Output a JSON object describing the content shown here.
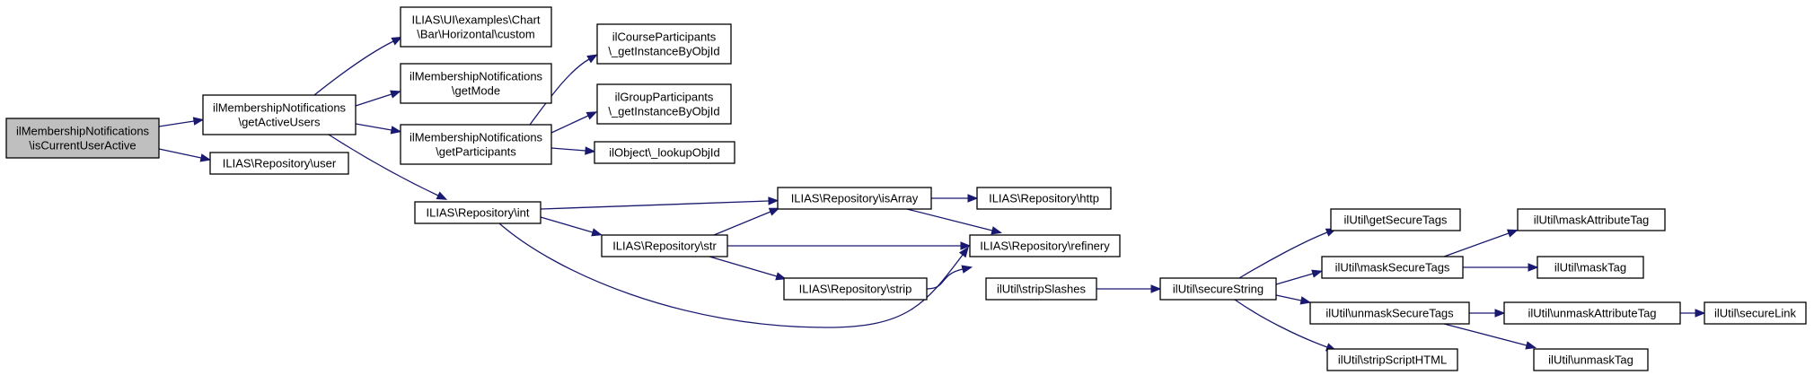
{
  "graph": {
    "nodes": [
      {
        "id": "root",
        "lines": [
          "ilMembershipNotifications",
          "\\isCurrentUserActive"
        ],
        "root": true
      },
      {
        "id": "getActiveUsers",
        "lines": [
          "ilMembershipNotifications",
          "\\getActiveUsers"
        ]
      },
      {
        "id": "repoUser",
        "lines": [
          "ILIAS\\Repository\\user"
        ]
      },
      {
        "id": "chartCustom",
        "lines": [
          "ILIAS\\UI\\examples\\Chart",
          "\\Bar\\Horizontal\\custom"
        ]
      },
      {
        "id": "getMode",
        "lines": [
          "ilMembershipNotifications",
          "\\getMode"
        ]
      },
      {
        "id": "getParticipants",
        "lines": [
          "ilMembershipNotifications",
          "\\getParticipants"
        ]
      },
      {
        "id": "repoInt",
        "lines": [
          "ILIAS\\Repository\\int"
        ]
      },
      {
        "id": "courseParticipants",
        "lines": [
          "ilCourseParticipants",
          "\\_getInstanceByObjId"
        ]
      },
      {
        "id": "groupParticipants",
        "lines": [
          "ilGroupParticipants",
          "\\_getInstanceByObjId"
        ]
      },
      {
        "id": "lookupObjId",
        "lines": [
          "ilObject\\_lookupObjId"
        ]
      },
      {
        "id": "repoStr",
        "lines": [
          "ILIAS\\Repository\\str"
        ]
      },
      {
        "id": "repoIsArray",
        "lines": [
          "ILIAS\\Repository\\isArray"
        ]
      },
      {
        "id": "repoStrip",
        "lines": [
          "ILIAS\\Repository\\strip"
        ]
      },
      {
        "id": "repoHttp",
        "lines": [
          "ILIAS\\Repository\\http"
        ]
      },
      {
        "id": "repoRefinery",
        "lines": [
          "ILIAS\\Repository\\refinery"
        ]
      },
      {
        "id": "stripSlashes",
        "lines": [
          "ilUtil\\stripSlashes"
        ]
      },
      {
        "id": "secureString",
        "lines": [
          "ilUtil\\secureString"
        ]
      },
      {
        "id": "getSecureTags",
        "lines": [
          "ilUtil\\getSecureTags"
        ]
      },
      {
        "id": "maskSecureTags",
        "lines": [
          "ilUtil\\maskSecureTags"
        ]
      },
      {
        "id": "unmaskSecureTags",
        "lines": [
          "ilUtil\\unmaskSecureTags"
        ]
      },
      {
        "id": "stripScriptHTML",
        "lines": [
          "ilUtil\\stripScriptHTML"
        ]
      },
      {
        "id": "maskAttributeTag",
        "lines": [
          "ilUtil\\maskAttributeTag"
        ]
      },
      {
        "id": "maskTag",
        "lines": [
          "ilUtil\\maskTag"
        ]
      },
      {
        "id": "unmaskAttributeTag",
        "lines": [
          "ilUtil\\unmaskAttributeTag"
        ]
      },
      {
        "id": "unmaskTag",
        "lines": [
          "ilUtil\\unmaskTag"
        ]
      },
      {
        "id": "secureLink",
        "lines": [
          "ilUtil\\secureLink"
        ]
      }
    ],
    "edges": [
      {
        "from": "root",
        "to": "getActiveUsers"
      },
      {
        "from": "root",
        "to": "repoUser"
      },
      {
        "from": "getActiveUsers",
        "to": "chartCustom"
      },
      {
        "from": "getActiveUsers",
        "to": "getMode"
      },
      {
        "from": "getActiveUsers",
        "to": "getParticipants"
      },
      {
        "from": "getActiveUsers",
        "to": "repoInt"
      },
      {
        "from": "getParticipants",
        "to": "courseParticipants"
      },
      {
        "from": "getParticipants",
        "to": "groupParticipants"
      },
      {
        "from": "getParticipants",
        "to": "lookupObjId"
      },
      {
        "from": "repoInt",
        "to": "repoIsArray"
      },
      {
        "from": "repoInt",
        "to": "repoStr"
      },
      {
        "from": "repoInt",
        "to": "repoRefinery"
      },
      {
        "from": "repoStr",
        "to": "repoIsArray"
      },
      {
        "from": "repoStr",
        "to": "repoRefinery"
      },
      {
        "from": "repoStr",
        "to": "repoStrip"
      },
      {
        "from": "repoIsArray",
        "to": "repoHttp"
      },
      {
        "from": "repoIsArray",
        "to": "repoRefinery"
      },
      {
        "from": "repoStrip",
        "to": "stripSlashes"
      },
      {
        "from": "stripSlashes",
        "to": "secureString"
      },
      {
        "from": "secureString",
        "to": "getSecureTags"
      },
      {
        "from": "secureString",
        "to": "maskSecureTags"
      },
      {
        "from": "secureString",
        "to": "unmaskSecureTags"
      },
      {
        "from": "secureString",
        "to": "stripScriptHTML"
      },
      {
        "from": "maskSecureTags",
        "to": "maskAttributeTag"
      },
      {
        "from": "maskSecureTags",
        "to": "maskTag"
      },
      {
        "from": "unmaskSecureTags",
        "to": "unmaskAttributeTag"
      },
      {
        "from": "unmaskSecureTags",
        "to": "unmaskTag"
      },
      {
        "from": "unmaskAttributeTag",
        "to": "secureLink"
      }
    ],
    "colors": {
      "edge": "#191970",
      "node_border": "#000000",
      "node_fill": "#ffffff",
      "root_fill": "#bfbfbf"
    }
  }
}
